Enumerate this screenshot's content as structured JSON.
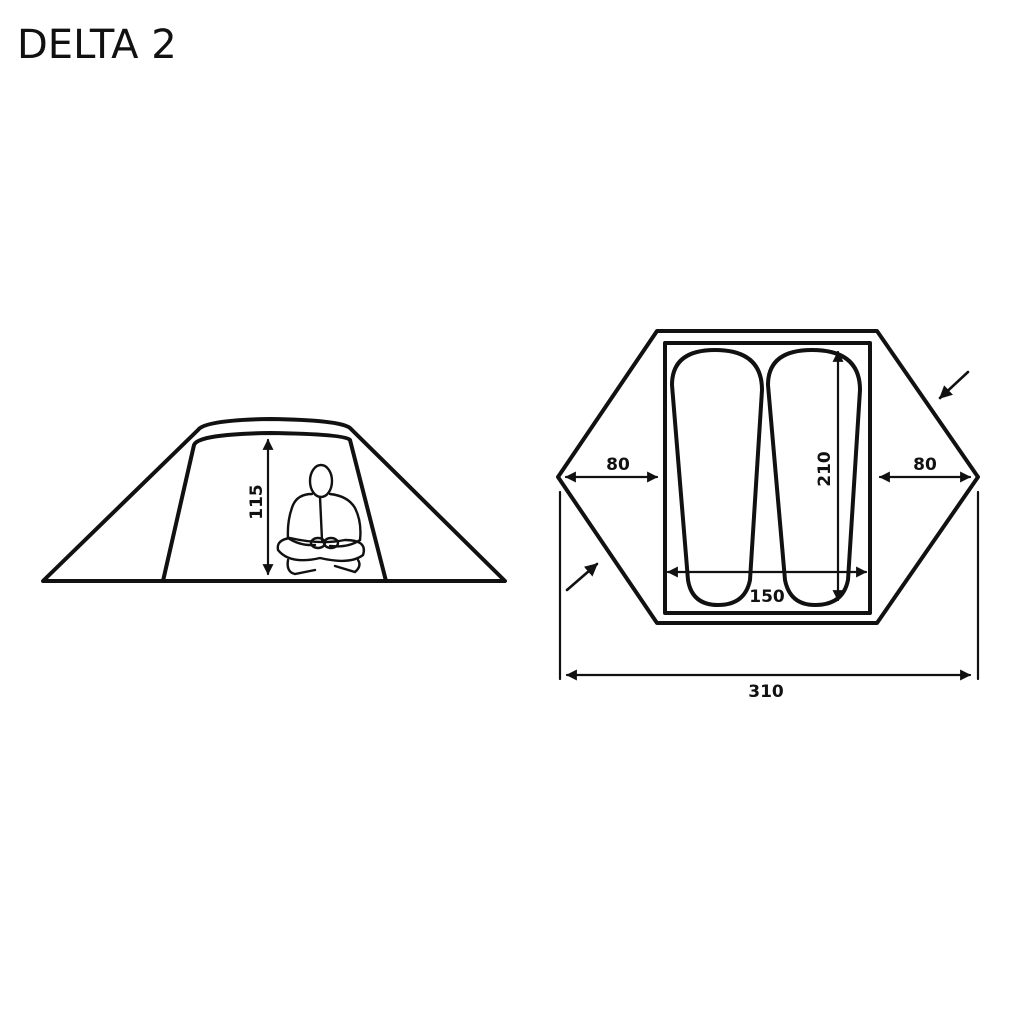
{
  "title": "DELTA 2",
  "side_view": {
    "height_label": "115"
  },
  "floor_plan": {
    "vestibule_left_label": "80",
    "vestibule_right_label": "80",
    "inner_length_label": "210",
    "inner_width_label": "150",
    "total_length_label": "310"
  },
  "colors": {
    "line": "#111111",
    "background": "#ffffff"
  }
}
